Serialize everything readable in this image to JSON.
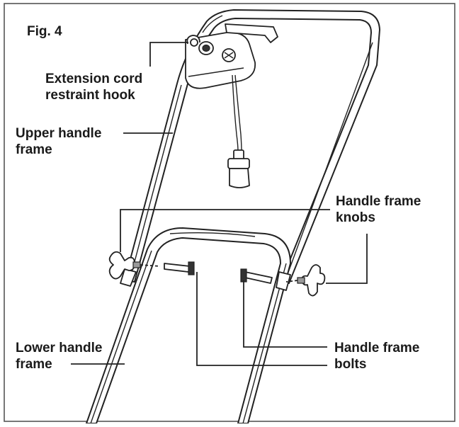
{
  "figure": {
    "title": "Fig. 4",
    "labels": {
      "extension_cord_hook": [
        "Extension cord",
        "restraint hook"
      ],
      "upper_handle_frame": [
        "Upper handle",
        "frame"
      ],
      "handle_frame_knobs": [
        "Handle frame",
        "knobs"
      ],
      "lower_handle_frame": [
        "Lower handle",
        "frame"
      ],
      "handle_frame_bolts": [
        "Handle frame",
        "bolts"
      ]
    },
    "icons": {
      "upper-handle": "upper-handle-frame-shape",
      "lower-handle": "lower-handle-frame-shape",
      "knob": "handle-frame-knob-shape",
      "bolt": "handle-frame-bolt-shape",
      "hook": "extension-cord-hook-shape"
    },
    "colors": {
      "line": "#222222",
      "background": "#ffffff",
      "border": "#555555"
    }
  }
}
